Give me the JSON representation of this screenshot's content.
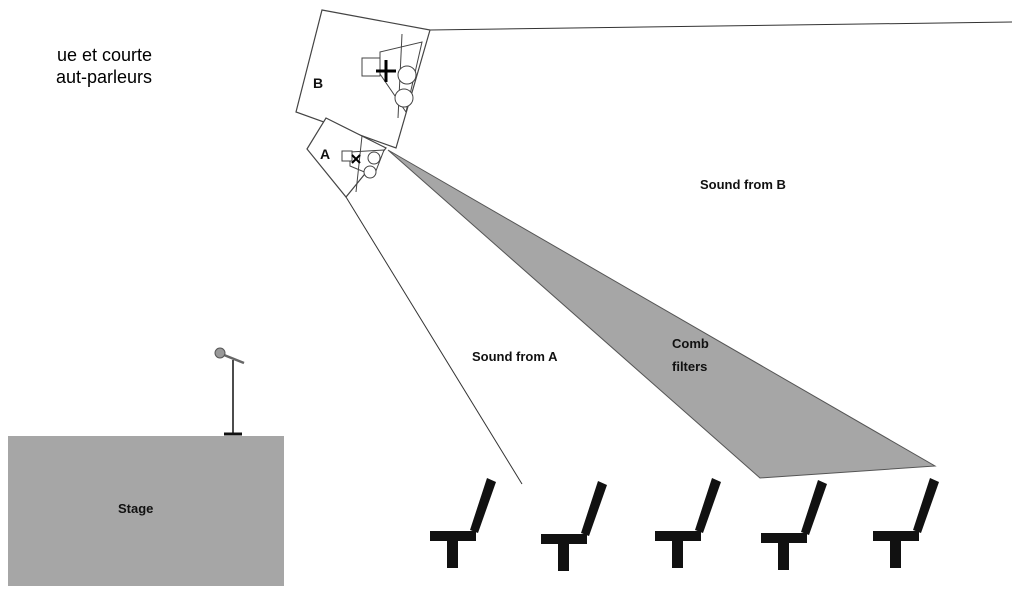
{
  "caption": {
    "line1": "ue  et  courte",
    "line2": "aut-parleurs"
  },
  "labels": {
    "speaker_a": "A",
    "speaker_b": "B",
    "sound_from_a": "Sound from A",
    "sound_from_b": "Sound from B",
    "comb_line1": "Comb",
    "comb_line2": "filters",
    "stage": "Stage"
  },
  "colors": {
    "stage_fill": "#a6a6a6",
    "comb_fill": "#a6a6a6",
    "seat": "#111111",
    "line": "#333333"
  },
  "seats": {
    "count": 5
  }
}
